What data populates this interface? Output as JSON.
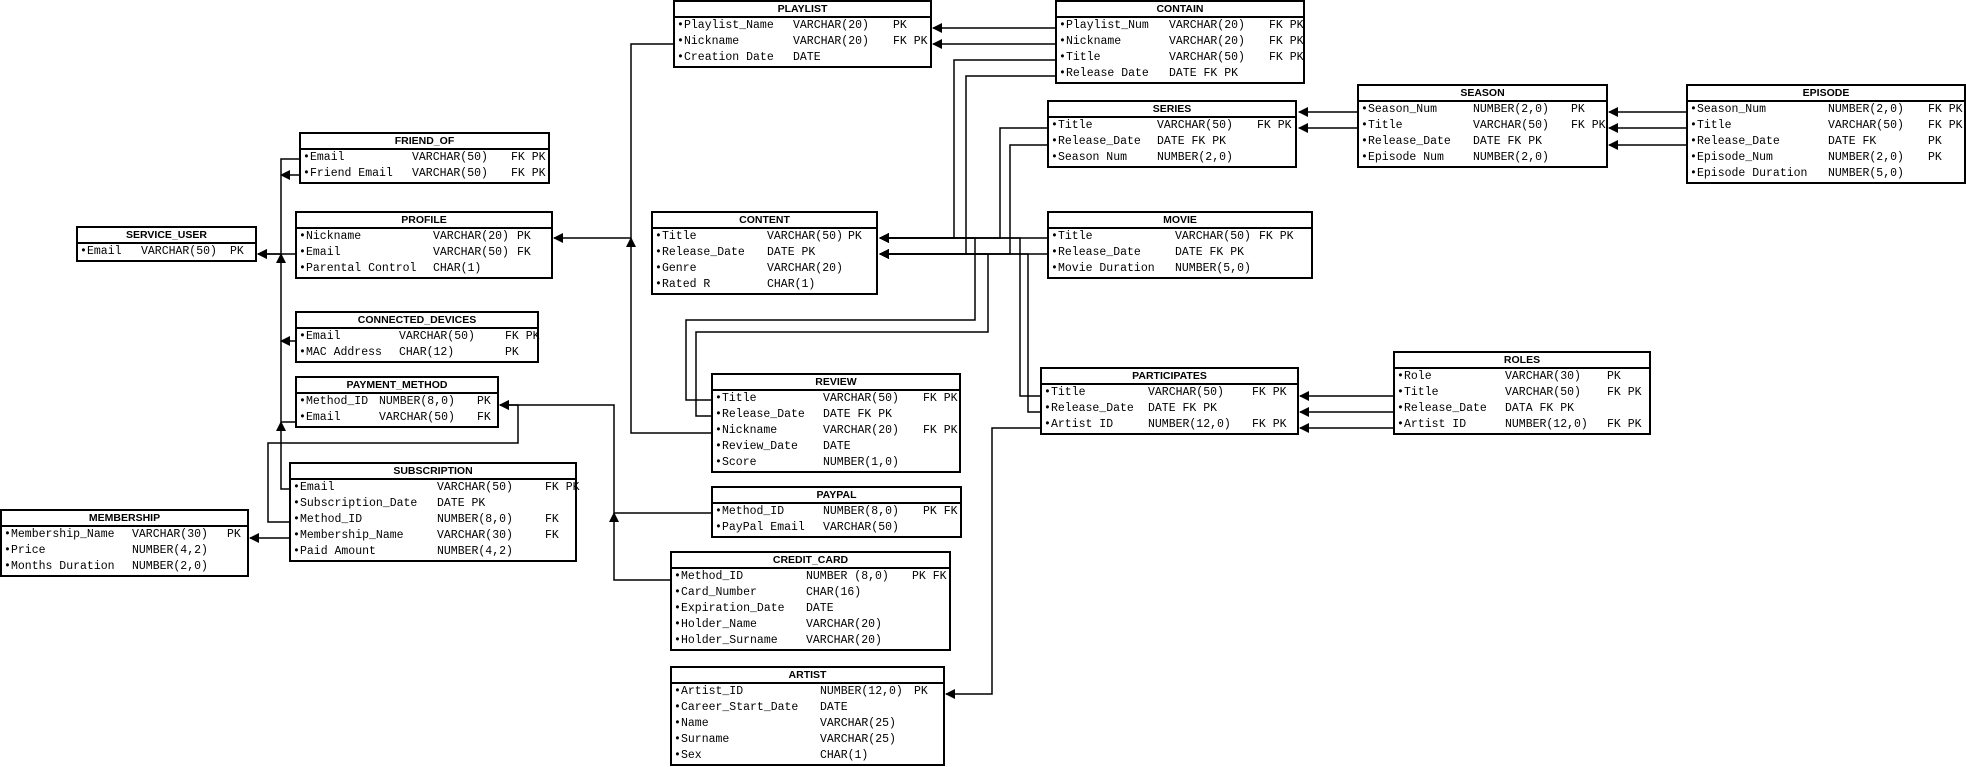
{
  "entities": [
    {
      "name": "PLAYLIST",
      "rows": [
        [
          "Playlist_Name",
          "VARCHAR(20)",
          "PK"
        ],
        [
          "Nickname",
          "VARCHAR(20)",
          "FK PK"
        ],
        [
          "Creation Date",
          "DATE",
          ""
        ]
      ]
    },
    {
      "name": "CONTAIN",
      "rows": [
        [
          "Playlist_Num",
          "VARCHAR(20)",
          "FK PK"
        ],
        [
          "Nickname",
          "VARCHAR(20)",
          "FK PK"
        ],
        [
          "Title",
          "VARCHAR(50)",
          "FK PK"
        ],
        [
          "Release Date",
          "DATE FK PK",
          ""
        ]
      ]
    },
    {
      "name": "SEASON",
      "rows": [
        [
          "Season_Num",
          "NUMBER(2,0)",
          "PK"
        ],
        [
          "Title",
          "VARCHAR(50)",
          "FK PK"
        ],
        [
          "Release_Date",
          "DATE FK PK",
          ""
        ],
        [
          "Episode Num",
          "NUMBER(2,0)",
          ""
        ]
      ]
    },
    {
      "name": "EPISODE",
      "rows": [
        [
          "Season_Num",
          "NUMBER(2,0)",
          "FK PK"
        ],
        [
          "Title",
          "VARCHAR(50)",
          "FK PK"
        ],
        [
          "Release_Date",
          "DATE FK",
          "PK"
        ],
        [
          "Episode_Num",
          "NUMBER(2,0)",
          "PK"
        ],
        [
          "Episode Duration",
          "NUMBER(5,0)",
          ""
        ]
      ]
    },
    {
      "name": "SERIES",
      "rows": [
        [
          "Title",
          "VARCHAR(50)",
          "FK PK"
        ],
        [
          "Release_Date",
          "DATE FK PK",
          ""
        ],
        [
          "Season Num",
          "NUMBER(2,0)",
          ""
        ]
      ]
    },
    {
      "name": "FRIEND_OF",
      "rows": [
        [
          "Email",
          "VARCHAR(50)",
          "FK PK"
        ],
        [
          "Friend Email",
          "VARCHAR(50)",
          "FK PK"
        ]
      ]
    },
    {
      "name": "PROFILE",
      "rows": [
        [
          "Nickname",
          "VARCHAR(20)",
          "PK"
        ],
        [
          "Email",
          "VARCHAR(50)",
          "FK"
        ],
        [
          "Parental Control",
          "CHAR(1)",
          ""
        ]
      ]
    },
    {
      "name": "SERVICE_USER",
      "rows": [
        [
          "Email",
          "VARCHAR(50)",
          "PK"
        ]
      ]
    },
    {
      "name": "CONTENT",
      "rows": [
        [
          "Title",
          "VARCHAR(50)",
          "PK"
        ],
        [
          "Release_Date",
          "DATE PK",
          ""
        ],
        [
          "Genre",
          "VARCHAR(20)",
          ""
        ],
        [
          "Rated R",
          "CHAR(1)",
          ""
        ]
      ]
    },
    {
      "name": "MOVIE",
      "rows": [
        [
          "Title",
          "VARCHAR(50)",
          "FK PK"
        ],
        [
          "Release_Date",
          "DATE FK PK",
          ""
        ],
        [
          "Movie Duration",
          "NUMBER(5,0)",
          ""
        ]
      ]
    },
    {
      "name": "CONNECTED_DEVICES",
      "rows": [
        [
          "Email",
          "VARCHAR(50)",
          "FK PK"
        ],
        [
          "MAC Address",
          "CHAR(12)",
          "PK"
        ]
      ]
    },
    {
      "name": "PAYMENT_METHOD",
      "rows": [
        [
          "Method_ID",
          "NUMBER(8,0)",
          "PK"
        ],
        [
          "Email",
          "VARCHAR(50)",
          "FK"
        ]
      ]
    },
    {
      "name": "REVIEW",
      "rows": [
        [
          "Title",
          "VARCHAR(50)",
          "FK PK"
        ],
        [
          "Release_Date",
          "DATE FK PK",
          ""
        ],
        [
          "Nickname",
          "VARCHAR(20)",
          "FK PK"
        ],
        [
          "Review_Date",
          "DATE",
          ""
        ],
        [
          "Score",
          "NUMBER(1,0)",
          ""
        ]
      ]
    },
    {
      "name": "PARTICIPATES",
      "rows": [
        [
          "Title",
          "VARCHAR(50)",
          "FK PK"
        ],
        [
          "Release_Date",
          "DATE FK PK",
          ""
        ],
        [
          "Artist ID",
          "NUMBER(12,0)",
          "FK PK"
        ]
      ]
    },
    {
      "name": "ROLES",
      "rows": [
        [
          "Role",
          "VARCHAR(30)",
          "PK"
        ],
        [
          "Title",
          "VARCHAR(50)",
          "FK PK"
        ],
        [
          "Release_Date",
          "DATA FK PK",
          ""
        ],
        [
          "Artist ID",
          "NUMBER(12,0)",
          "FK PK"
        ]
      ]
    },
    {
      "name": "SUBSCRIPTION",
      "rows": [
        [
          "Email",
          "VARCHAR(50)",
          "FK PK"
        ],
        [
          "Subscription_Date",
          "DATE PK",
          ""
        ],
        [
          "Method_ID",
          "NUMBER(8,0)",
          "FK"
        ],
        [
          "Membership_Name",
          "VARCHAR(30)",
          "FK"
        ],
        [
          "Paid Amount",
          "NUMBER(4,2)",
          ""
        ]
      ]
    },
    {
      "name": "MEMBERSHIP",
      "rows": [
        [
          "Membership_Name",
          "VARCHAR(30)",
          "PK"
        ],
        [
          "Price",
          "NUMBER(4,2)",
          ""
        ],
        [
          "Months Duration",
          "NUMBER(2,0)",
          ""
        ]
      ]
    },
    {
      "name": "PAYPAL",
      "rows": [
        [
          "Method_ID",
          "NUMBER(8,0)",
          "PK FK"
        ],
        [
          "PayPal Email",
          "VARCHAR(50)",
          ""
        ]
      ]
    },
    {
      "name": "CREDIT_CARD",
      "rows": [
        [
          "Method_ID",
          "NUMBER (8,0)",
          "PK FK"
        ],
        [
          "Card_Number",
          "CHAR(16)",
          ""
        ],
        [
          "Expiration_Date",
          "DATE",
          ""
        ],
        [
          "Holder_Name",
          "VARCHAR(20)",
          ""
        ],
        [
          "Holder_Surname",
          "VARCHAR(20)",
          ""
        ]
      ]
    },
    {
      "name": "ARTIST",
      "rows": [
        [
          "Artist_ID",
          "NUMBER(12,0)",
          "PK"
        ],
        [
          "Career_Start_Date",
          "DATE",
          ""
        ],
        [
          "Name",
          "VARCHAR(25)",
          ""
        ],
        [
          "Surname",
          "VARCHAR(25)",
          ""
        ],
        [
          "Sex",
          "CHAR(1)",
          ""
        ]
      ]
    }
  ]
}
